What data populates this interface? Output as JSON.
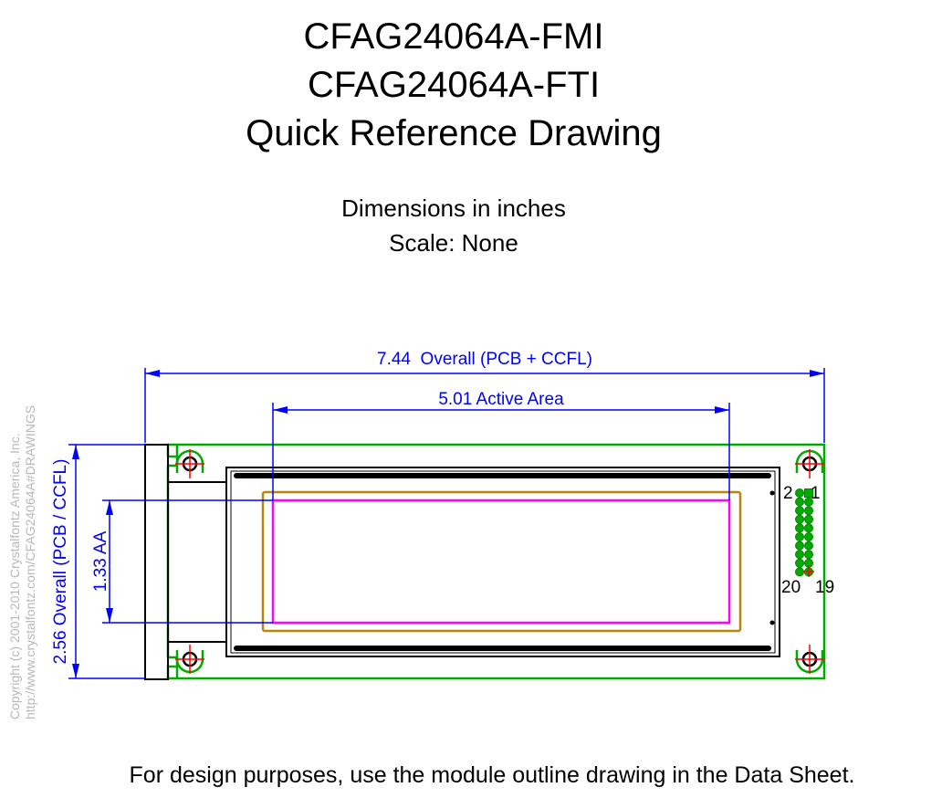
{
  "title_lines": [
    "CFAG24064A-FMI",
    "CFAG24064A-FTI",
    "Quick Reference Drawing"
  ],
  "subtitle_lines": [
    "Dimensions in inches",
    "Scale: None"
  ],
  "dimensions": {
    "overall_width": "7.44  Overall (PCB + CCFL)",
    "active_width": "5.01 Active Area",
    "overall_height": "2.56 Overall (PCB / CCFL)",
    "active_height": "1.33 AA"
  },
  "pin_labels": {
    "top_left": "2",
    "top_right": "1",
    "bottom_left": "20",
    "bottom_right": "19"
  },
  "copyright_lines": [
    "Copyright (c) 2001-2010 Crystalfontz America, Inc.",
    "http://www.crystalfontz.com/CFAG24064A#DRAWINGS"
  ],
  "footer_note": "For design purposes, use the module outline drawing in the Data Sheet.",
  "colors": {
    "dimension": "#0000ff",
    "pcb_outline": "#00aa00",
    "viewing_area": "#b8860b",
    "active_area": "#ff00ff",
    "mounting_center": "#ff0000",
    "outline": "#000000"
  }
}
